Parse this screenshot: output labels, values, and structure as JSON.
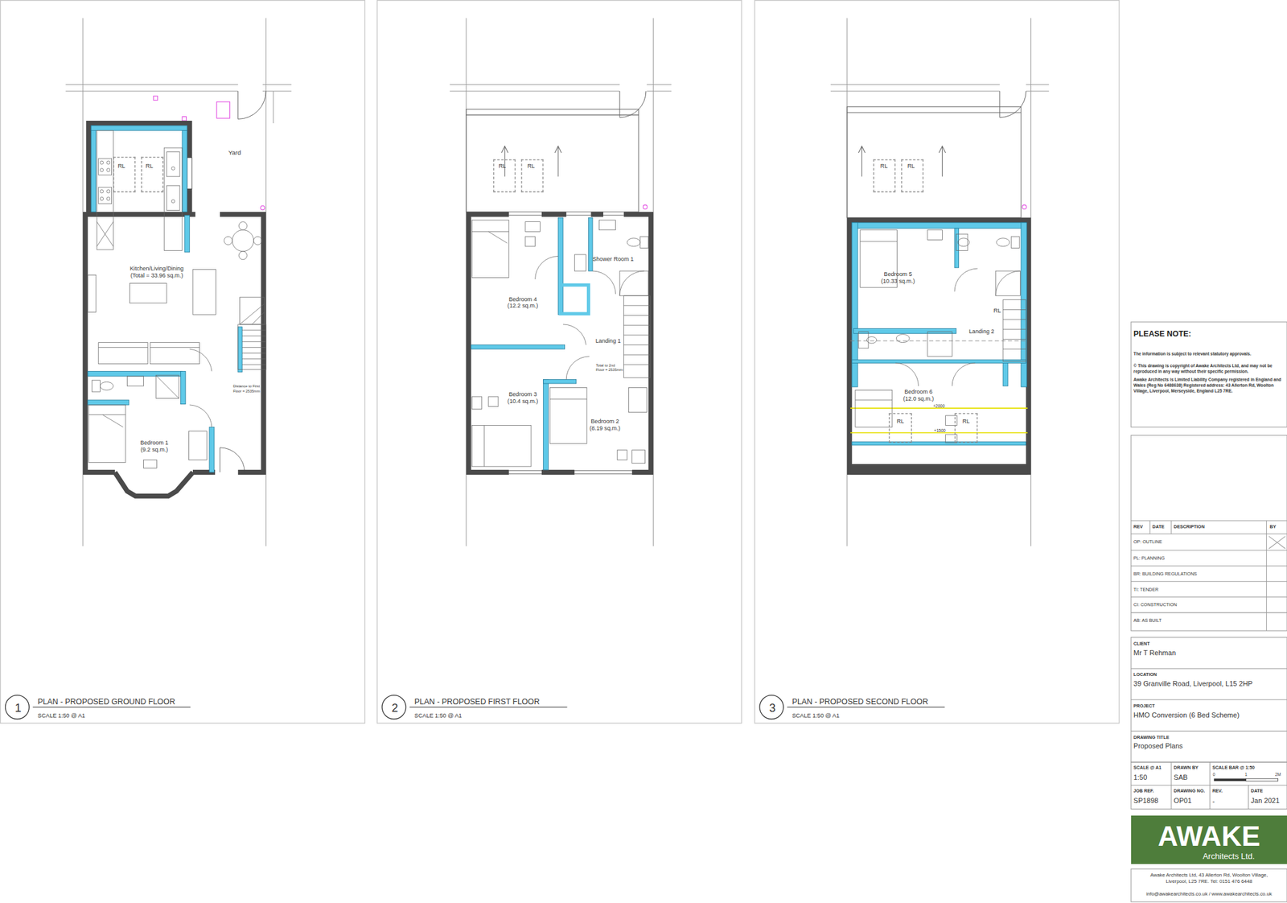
{
  "diagram": {
    "nodes": [
      {
        "text": [
          "PLAN - PROPOSED GROUND FLOOR",
          "SCALE 1:50 @ A1"
        ]
      },
      {
        "text": [
          "1"
        ],
        "in": 0
      },
      {
        "text": [
          "Yard"
        ],
        "in": 0
      },
      {
        "text": [
          "Kitchen/Living/Dining",
          "(Total = 33.96 sq.m.)"
        ],
        "in": 0
      },
      {
        "text": [
          "RL"
        ],
        "in": 3
      },
      {
        "text": [
          "RL"
        ],
        "in": 3
      },
      {
        "text": [
          "Bedroom 1",
          "(9.2 sq.m.)"
        ],
        "in": 0
      },
      {
        "text": [
          "PLAN - PROPOSED FIRST FLOOR",
          "SCALE 1:50 @ A1"
        ]
      },
      {
        "text": [
          "2"
        ],
        "in": 7
      },
      {
        "text": [
          "RL"
        ],
        "in": 7
      },
      {
        "text": [
          "RL"
        ],
        "in": 7
      },
      {
        "text": [
          "Shower Room 1"
        ],
        "in": 7
      },
      {
        "text": [
          "Bedroom 4",
          "(12.2 sq.m.)"
        ],
        "in": 7
      },
      {
        "text": [
          "Landing 1"
        ],
        "in": 7
      },
      {
        "text": [
          "Bedroom 3",
          "(10.4 sq.m.)"
        ],
        "in": 7
      },
      {
        "text": [
          "Bedroom 2",
          "(8.19 sq.m.)"
        ],
        "in": 7
      },
      {
        "text": [
          "PLAN - PROPOSED SECOND FLOOR",
          "SCALE 1:50 @ A1"
        ]
      },
      {
        "text": [
          "3"
        ],
        "in": 16
      },
      {
        "text": [
          "RL"
        ],
        "in": 16
      },
      {
        "text": [
          "RL"
        ],
        "in": 16
      },
      {
        "text": [
          "Bedroom 5",
          "(10.33 sq.m.)"
        ],
        "in": 16
      },
      {
        "text": [
          "Landing 2"
        ],
        "in": 16
      },
      {
        "text": [
          "Bedroom 6",
          "(12.0 sq.m.)"
        ],
        "in": 16
      },
      {
        "text": [
          "RL"
        ],
        "in": 22
      },
      {
        "text": [
          "RL"
        ],
        "in": 22
      },
      {
        "text": [
          "AWAKE",
          "Architects Ltd."
        ]
      }
    ],
    "labels": [
      "Distance to First Floor = 2535mm",
      "Total to 2nd Floor = 2535mm",
      "+2000",
      "+1500",
      "RL",
      "PLEASE NOTE:",
      "The information is subject to relevant statutory approvals.",
      "© This drawing is copyright of Awake Architects Ltd, and may not be reproduced in any way without their specific permission.",
      "Awake Architects is Limited Liability Company registered in England and Wales (Reg No 6488638) Registered address: 43 Allerton Rd, Woolton Village, Liverpool, Merseyside, England L25 7RE.",
      "REV",
      "DATE",
      "DESCRIPTION",
      "BY",
      "OP: OUTLINE",
      "PL: PLANNING",
      "BR: BUILDING REGULATIONS",
      "TI: TENDER",
      "CI: CONSTRUCTION",
      "AB: AS BUILT",
      "CLIENT",
      "Mr T Rehman",
      "LOCATION",
      "39 Granville Road, Liverpool, L15 2HP",
      "PROJECT",
      "HMO Conversion (6 Bed Scheme)",
      "DRAWING TITLE",
      "Proposed Plans",
      "SCALE @ A1",
      "1:50",
      "DRAWN BY",
      "SAB",
      "SCALE BAR @ 1:50",
      "0",
      "1",
      "2M",
      "JOB REF.",
      "SP1898",
      "DRAWING NO.",
      "OP01",
      "REV.",
      "-",
      "DATE",
      "Jan 2021",
      "Awake Architects Ltd, 43 Allerton Rd, Woolton Village, Liverpool, L25 7RE. Tel: 0151 476 6448",
      "info@awakearchitects.co.uk / www.awakearchitects.co.uk"
    ]
  }
}
